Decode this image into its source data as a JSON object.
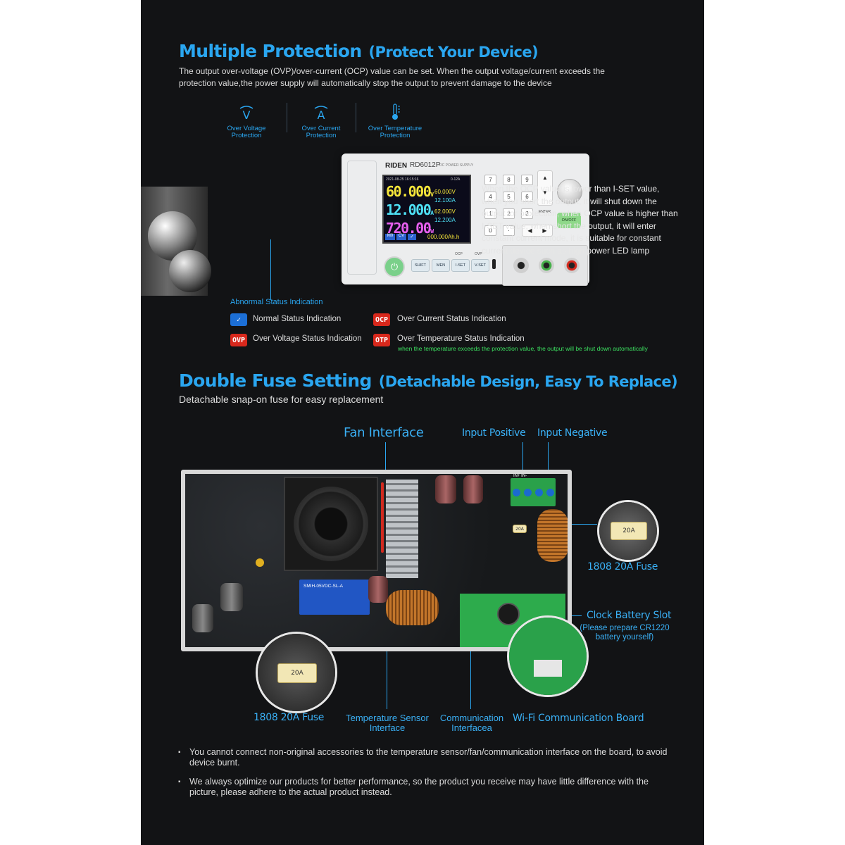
{
  "sections": {
    "protection": {
      "title": "Multiple Protection",
      "subtitle": "(Protect Your Device)",
      "description": "The output over-voltage (OVP)/over-current (OCP) value can be set. When the output voltage/current exceeds the protection value,the power supply will automatically stop the output to prevent damage to the device",
      "icons": [
        {
          "label": "Over Voltage Protection",
          "icon": "voltage-icon"
        },
        {
          "label": "Over Current Protection",
          "icon": "current-icon"
        },
        {
          "label": "Over Temperature Protection",
          "icon": "thermometer-icon"
        }
      ],
      "ocp_note": "When the OCP value is lower than I-SET value, when you short the output, it will shut down the output for protection, when OCP value is higher than I-SET value, when short the output, it will enter constant current mode, it is suitable for constant current device such as high power LED lamp",
      "abnormal_label": "Abnormal Status Indication",
      "statuses": [
        {
          "badge": "",
          "icon": "check-icon",
          "label": "Normal Status Indication",
          "color": "#1c6fd6"
        },
        {
          "badge": "OCP",
          "label": "Over Current Status Indication",
          "color": "#d8281c"
        },
        {
          "badge": "OVP",
          "label": "Over Voltage Status Indication",
          "color": "#d8281c"
        },
        {
          "badge": "OTP",
          "label": "Over Temperature Status Indication",
          "color": "#d8281c"
        }
      ],
      "otp_note": "when the temperature exceeds the protection value, the output will be shut down automatically",
      "device": {
        "brand": "RIDEN",
        "model": "RD6012P",
        "model_sub": "DC POWER SUPPLY",
        "lcd_date": "2021-08-25 16:15:16",
        "lcd_temp": "0-12A",
        "voltage": "60.000",
        "voltage_unit": "V",
        "current": "12.000",
        "current_unit": "A",
        "power": "720.00",
        "power_unit": "W",
        "set_voltage": "60.000V",
        "set_current": "12.100A",
        "prot_voltage": "62.000V",
        "prot_current": "12.200A",
        "capacity": "000.000Ah.h",
        "mode": "M0",
        "cv": "CV",
        "keys": [
          "7",
          "8",
          "9",
          "4",
          "5",
          "6",
          "1",
          "2",
          "3",
          "0"
        ],
        "buttons": [
          "SHIFT",
          "MEN",
          "I-SET",
          "V-SET"
        ],
        "btn_tops": [
          "OCP",
          "OVP"
        ],
        "onoff": "ON/OFF",
        "enter": "ENTER"
      }
    },
    "fuse": {
      "title": "Double Fuse Setting",
      "subtitle": "(Detachable Design, Easy To Replace)",
      "description": "Detachable snap-on fuse for easy replacement",
      "callouts": {
        "fan": "Fan Interface",
        "input_pos": "Input Positive",
        "input_neg": "Input Negative",
        "fuse_right": "1808 20A Fuse",
        "clock_title": "Clock Battery Slot",
        "clock_note": "(Please prepare CR1220 battery yourself)",
        "fuse_left": "1808 20A Fuse",
        "temp_sensor": "Temperature Sensor Interface",
        "comm": "Communication Interfacea",
        "wifi": "Wi-Fi Communication Board"
      },
      "fuse_text": "20A",
      "relay_text": "SMIH-05VDC-SL-A",
      "terminal_text": "IN+ IN-",
      "notes": [
        "You cannot connect non-original accessories to the temperature sensor/fan/communication interface on the board, to avoid device burnt.",
        "We always optimize our products for better performance, so the product you receive may have little difference with the picture,  please adhere to the actual product instead."
      ]
    }
  }
}
